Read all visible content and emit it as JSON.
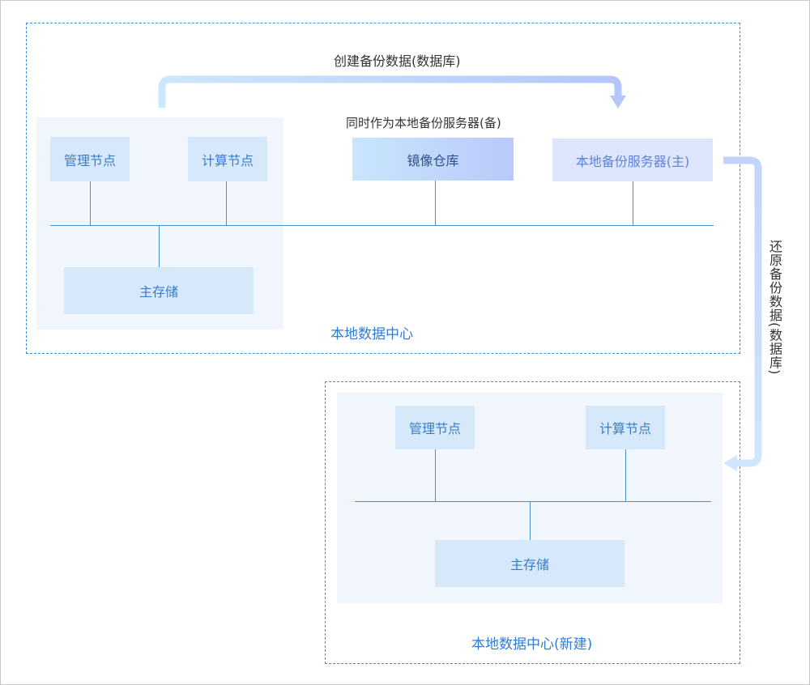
{
  "local_dc": {
    "title": "本地数据中心",
    "mgmt_node": "管理节点",
    "compute_node": "计算节点",
    "main_storage": "主存储",
    "image_repo": "镜像仓库",
    "image_repo_note": "同时作为本地备份服务器(备)",
    "backup_server": "本地备份服务器(主)"
  },
  "new_dc": {
    "title": "本地数据中心(新建)",
    "mgmt_node": "管理节点",
    "compute_node": "计算节点",
    "main_storage": "主存储"
  },
  "flows": {
    "create_backup": "创建备份数据(数据库)",
    "restore_backup": "还原备份数据(数据库)"
  },
  "colors": {
    "dashed_border": "#3d8fd6",
    "panel_bg": "#f1f6fd",
    "node_bg": "#d6e9fb",
    "node_text": "#3a7cc8",
    "line": "#4a8fcc"
  }
}
